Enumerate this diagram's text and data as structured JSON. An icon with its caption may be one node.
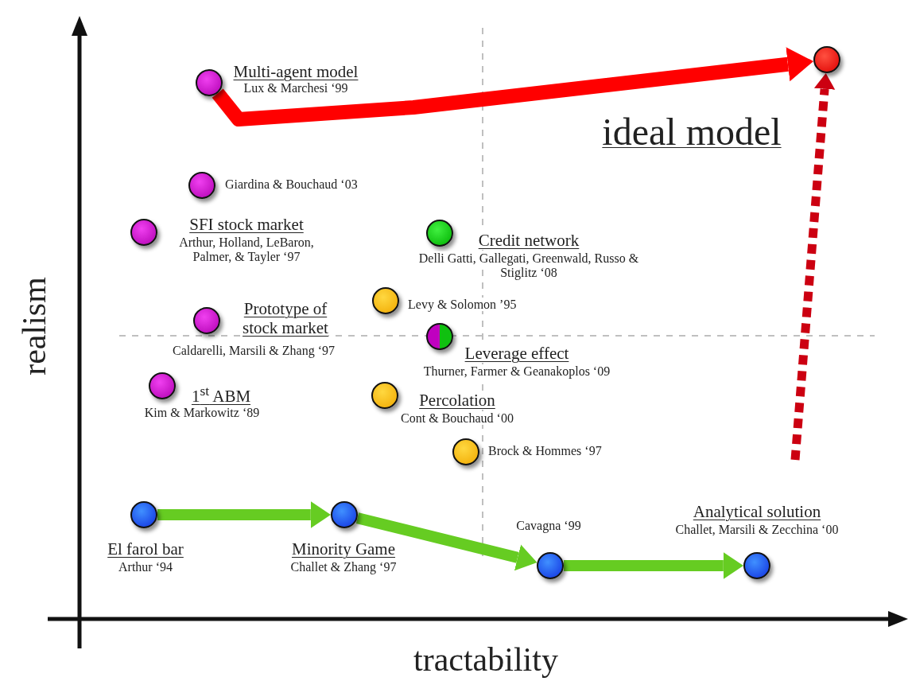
{
  "diagram": {
    "nodes": [
      {
        "text": [],
        "shape": "circle",
        "beside": [
          "Multi-agent model",
          "Lux & Marchesi ‘99"
        ]
      },
      {
        "text": [],
        "shape": "circle",
        "beside": [
          "ideal model"
        ]
      },
      {
        "text": [],
        "shape": "circle",
        "beside": [
          "Giardina & Bouchaud ‘03"
        ]
      },
      {
        "text": [],
        "shape": "circle",
        "beside": [
          "SFI stock market",
          "Arthur, Holland, LeBaron, Palmer, & Tayler ‘97"
        ]
      },
      {
        "text": [],
        "shape": "circle",
        "beside": [
          "Credit network",
          "Delli Gatti, Gallegati, Greenwald, Russo & Stiglitz ‘08"
        ]
      },
      {
        "text": [],
        "shape": "circle",
        "beside": [
          "Levy & Solomon ’95"
        ]
      },
      {
        "text": [],
        "shape": "circle",
        "beside": [
          "Prototype of stock market",
          "Caldarelli, Marsili & Zhang ‘97"
        ]
      },
      {
        "text": [],
        "shape": "circle",
        "beside": [
          "Leverage effect",
          "Thurner, Farmer & Geanakoplos ‘09"
        ]
      },
      {
        "text": [],
        "shape": "circle",
        "beside": [
          "1$^{st}$ ABM",
          "Kim & Markowitz ‘89"
        ]
      },
      {
        "text": [],
        "shape": "circle",
        "beside": [
          "Percolation",
          "Cont & Bouchaud ‘00"
        ]
      },
      {
        "text": [],
        "shape": "circle",
        "beside": [
          "Brock & Hommes ‘97"
        ]
      },
      {
        "text": [],
        "shape": "circle",
        "beside": [
          "El farol bar",
          "Arthur ‘94"
        ]
      },
      {
        "text": [],
        "shape": "circle",
        "beside": [
          "Minority Game",
          "Challet & Zhang ‘97"
        ]
      },
      {
        "text": [],
        "shape": "circle",
        "beside": [
          "Cavagna ‘99"
        ]
      },
      {
        "text": [],
        "shape": "circle",
        "beside": [
          "Analytical solution",
          "Challet, Marsili & Zecchina ‘00"
        ]
      }
    ],
    "edges": [
      {
        "from": 0,
        "to": 1,
        "arrow": "to",
        "color": "#ff0000"
      },
      {
        "from": null,
        "to": 1,
        "arrow": "to",
        "style": "dashed",
        "color": "#cc0011"
      },
      {
        "from": 11,
        "to": 12,
        "arrow": "to"
      },
      {
        "from": 12,
        "to": 13,
        "arrow": "to"
      },
      {
        "from": 13,
        "to": 14,
        "arrow": "to"
      }
    ],
    "labels": [
      "realism",
      "tractability"
    ]
  }
}
